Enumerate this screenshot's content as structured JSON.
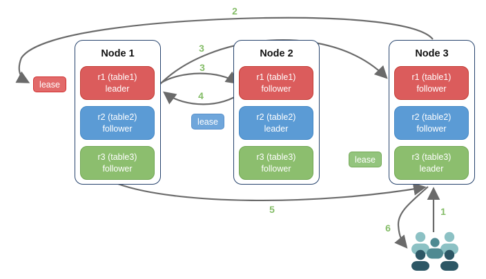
{
  "diagram": {
    "nodes": [
      {
        "title": "Node 1",
        "replicas": [
          {
            "name": "r1 (table1)",
            "role": "leader"
          },
          {
            "name": "r2 (table2)",
            "role": "follower"
          },
          {
            "name": "r3 (table3)",
            "role": "follower"
          }
        ]
      },
      {
        "title": "Node 2",
        "replicas": [
          {
            "name": "r1 (table1)",
            "role": "follower"
          },
          {
            "name": "r2 (table2)",
            "role": "leader"
          },
          {
            "name": "r3 (table3)",
            "role": "follower"
          }
        ]
      },
      {
        "title": "Node 3",
        "replicas": [
          {
            "name": "r1 (table1)",
            "role": "follower"
          },
          {
            "name": "r2 (table2)",
            "role": "follower"
          },
          {
            "name": "r3 (table3)",
            "role": "leader"
          }
        ]
      }
    ],
    "leases": {
      "red": "lease",
      "blue": "lease",
      "green": "lease"
    },
    "steps": {
      "s1": "1",
      "s2": "2",
      "s3a": "3",
      "s3b": "3",
      "s4": "4",
      "s5": "5",
      "s6": "6"
    },
    "icons": {
      "clients": "users-group-icon"
    },
    "colors": {
      "replica_red": "#db5c5c",
      "replica_blue": "#5b9bd5",
      "replica_green": "#8cbe6e",
      "node_border": "#24416b",
      "arrow_gray": "#6a6a6a",
      "step_green": "#83bc66",
      "users_light_teal": "#8cc1c4",
      "users_mid_teal": "#4f8a92",
      "users_dark_teal": "#2d5765"
    }
  }
}
